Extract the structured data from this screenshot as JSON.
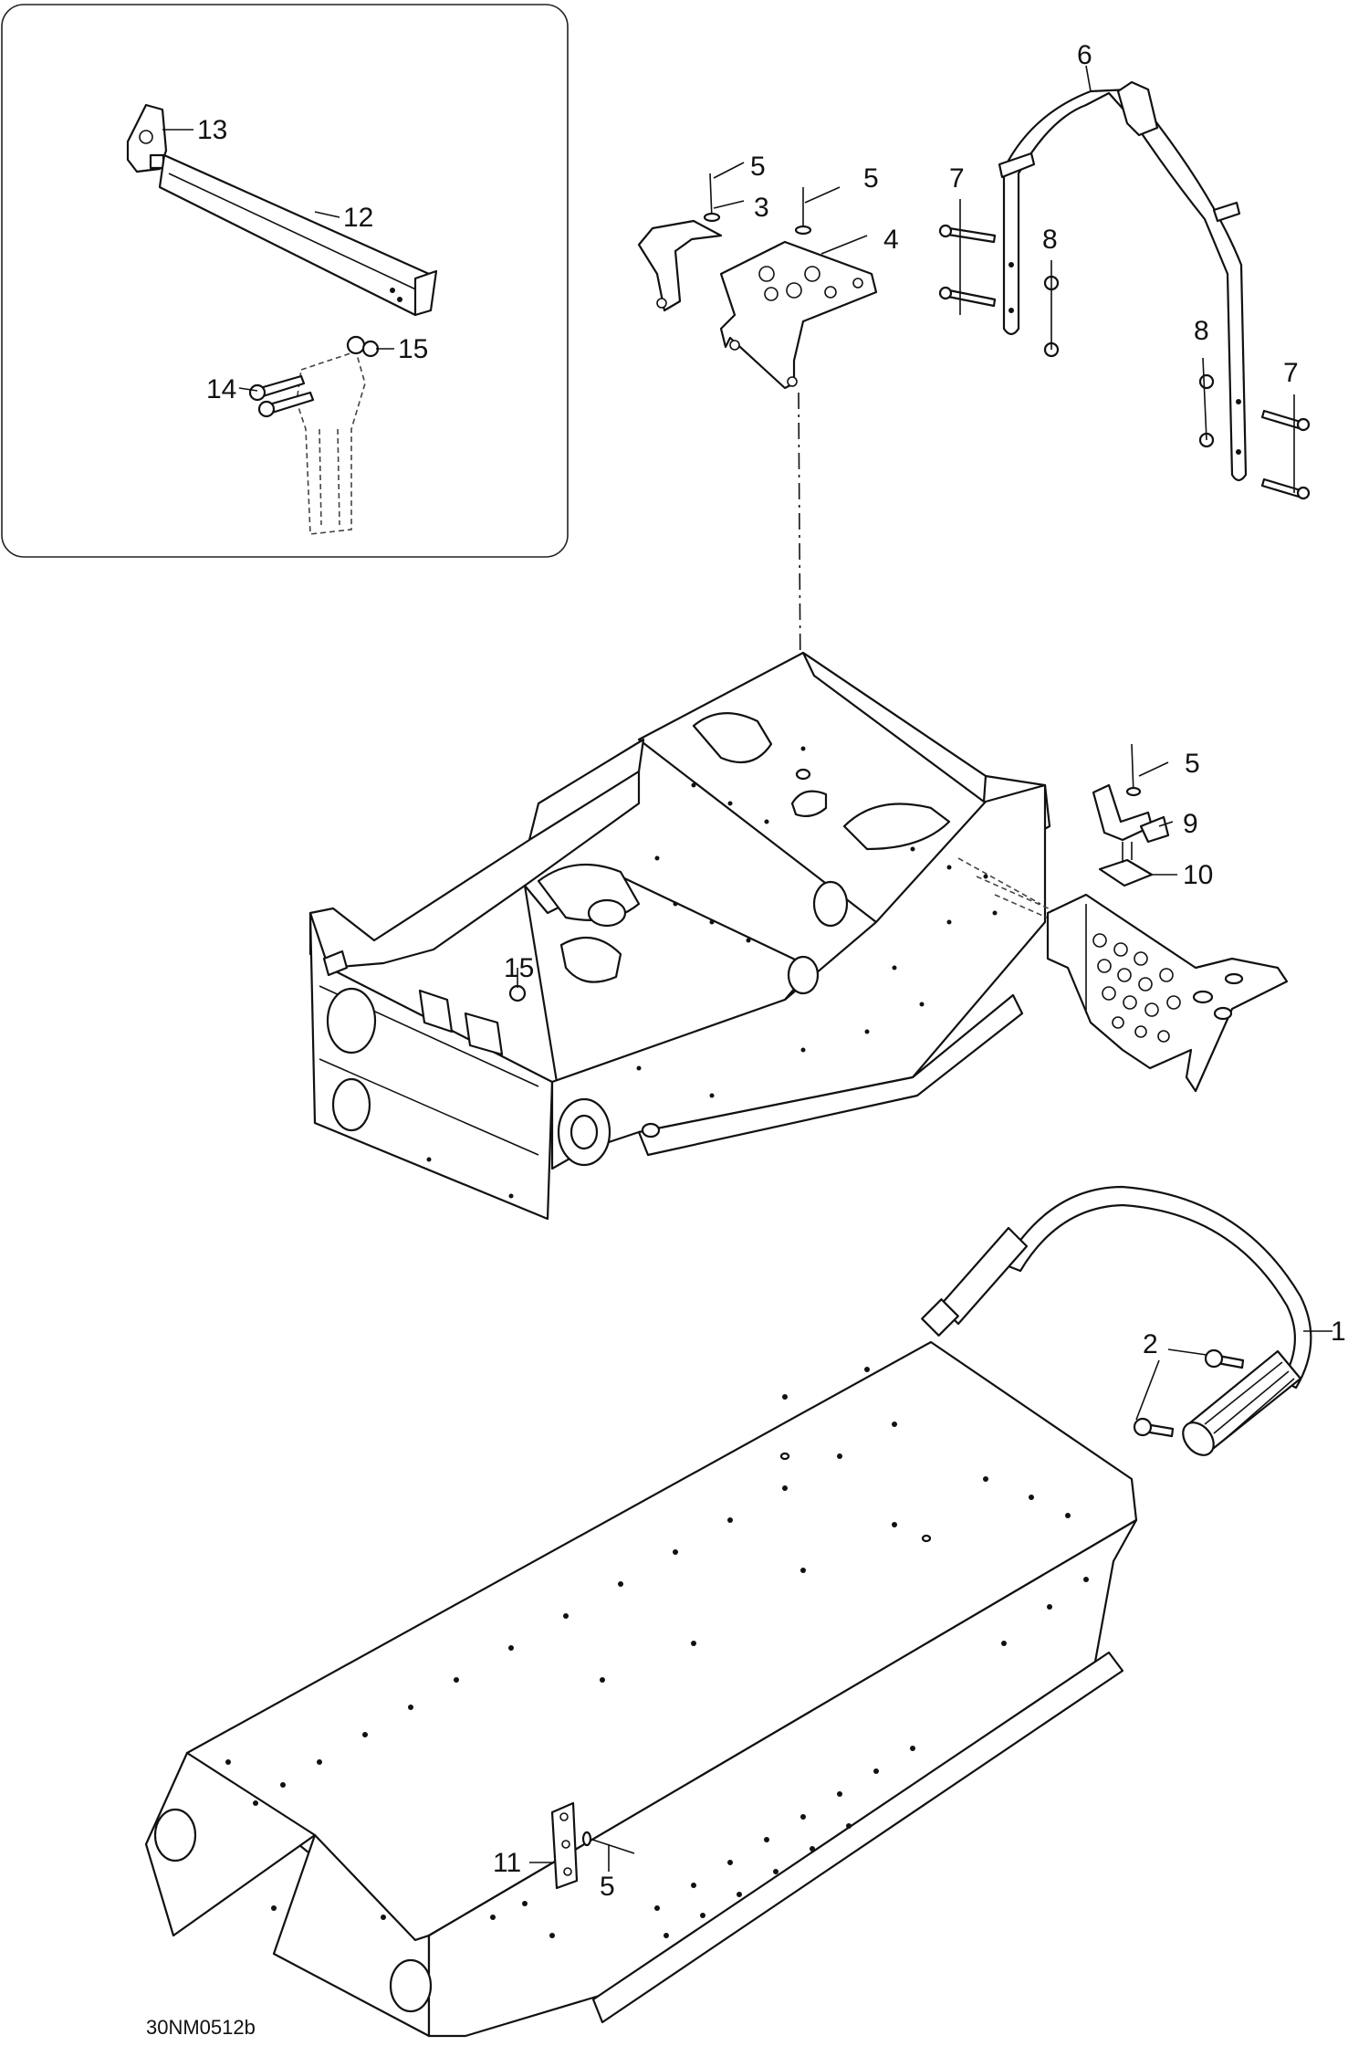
{
  "drawing_code": "30NM0512b",
  "callouts": {
    "c1": "1",
    "c2": "2",
    "c3": "3",
    "c4": "4",
    "c5a": "5",
    "c5b": "5",
    "c5c": "5",
    "c5d": "5",
    "c6": "6",
    "c7a": "7",
    "c7b": "7",
    "c8a": "8",
    "c8b": "8",
    "c9": "9",
    "c10": "10",
    "c11": "11",
    "c12": "12",
    "c13": "13",
    "c14": "14",
    "c15a": "15",
    "c15b": "15"
  }
}
